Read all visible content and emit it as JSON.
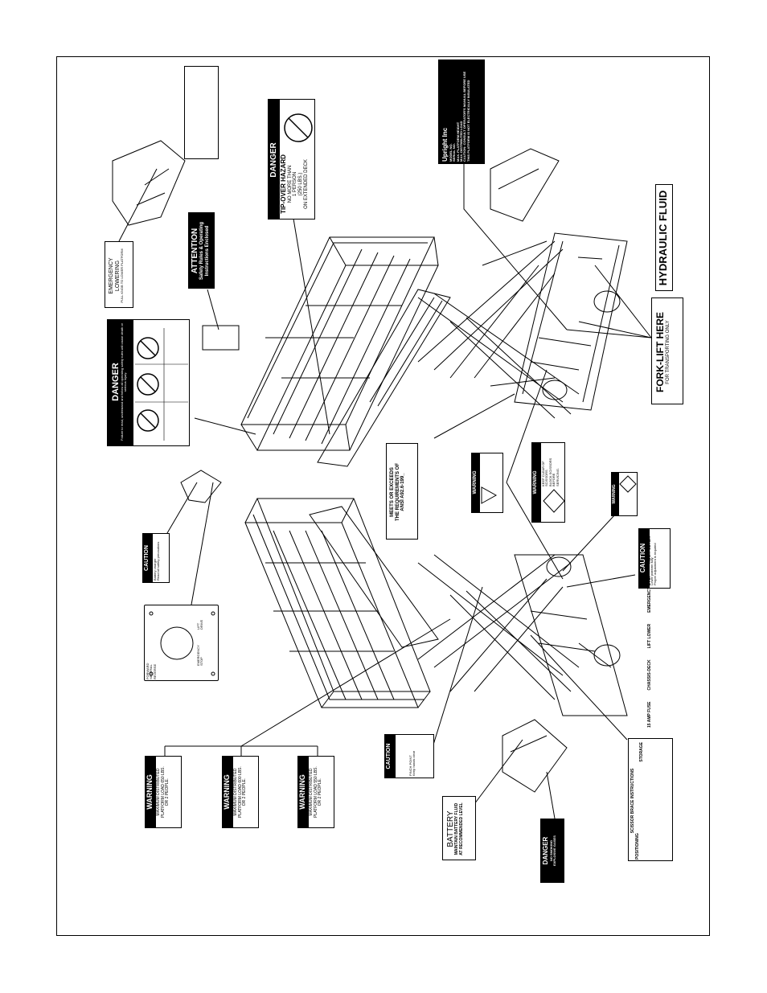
{
  "decals": {
    "emergency_lowering": {
      "line1": "EMERGENCY",
      "line2": "LOWERING",
      "fine": "PULL KNOB TO LOWER PLATFORM"
    },
    "attention": {
      "heading": "ATTENTION",
      "text1": "Safety Rules & Operating",
      "text2": "Instructions Enclosed"
    },
    "danger_main": {
      "heading": "DANGER",
      "sub": "Failure to read, understand and follow all operating safety rules will cause death or serious injury."
    },
    "danger_tipover": {
      "heading": "DANGER",
      "line1": "TIP-OVER HAZARD",
      "line2": "NO MORE THAN",
      "line3": "1 PERSON",
      "line4": "(250 LBS.)",
      "line5": "ON EXTENDED DECK"
    },
    "serial_plate": {
      "brand": "Upright",
      "brand_suffix": "Inc",
      "rows": [
        "MODEL NO.",
        "SERIAL NO.",
        "MAX. PLATFORM HEIGHT",
        "MAX. DISTRIBUTED LOAD",
        "CAUTION: CONSULT OPERATOR'S MANUAL BEFORE USE",
        "THIS PLATFORM IS NOT ELECTRICALLY INSULATED"
      ]
    },
    "hydraulic_fluid": {
      "text": "HYDRAULIC FLUID"
    },
    "fork_lift": {
      "line1": "FORK-LIFT HERE",
      "line2": "FOR TRANSPORTING ONLY"
    },
    "caution_battery": {
      "heading": "CAUTION",
      "line1": "Battery charger",
      "line2": "Read all safety precautions"
    },
    "ansi": {
      "line1": "MEETS OR EXCEEDS",
      "line2": "THE REQUIREMENTS OF",
      "line3": "ANSI A92.6-199_"
    },
    "warning_explosion": {
      "heading": "WARNING"
    },
    "warning_scissors": {
      "heading": "WARNING",
      "line1": "KEEP CLEAR OF",
      "line2": "SCISSORS",
      "line3": "BLOCK SCISSORS",
      "line4": "BEFORE",
      "line5": "SERVICING."
    },
    "warning_battery": {
      "heading": "WARNING"
    },
    "caution_right": {
      "heading": "CAUTION",
      "line1": "Lower platform fully",
      "line2": "Proper adjustment is required"
    },
    "control_labels": [
      "15 AMP FUSE",
      "CHASSIS-DECK",
      "LIFT LOWER",
      "EMERGENCY STOP",
      "HOUR METER"
    ],
    "control_panel": {
      "left1": "LIFT",
      "left2": "DRIVE",
      "right1": "EMERGENCY",
      "right2": "STOP",
      "labels": [
        "FORWARD",
        "NEUTRAL",
        "REVERSE"
      ]
    },
    "warnings_load": [
      {
        "heading": "WARNING",
        "line1": "MAXIMUM DISTRIBUTED",
        "line2": "PLATFORM LOAD 650 LBS.",
        "line3": "OR 2 PEOPLE."
      },
      {
        "heading": "WARNING",
        "line1": "MAXIMUM DISTRIBUTED",
        "line2": "PLATFORM LOAD 600 LBS.",
        "line3": "OR 2 PEOPLE."
      },
      {
        "heading": "WARNING",
        "line1": "MAXIMUM DISTRIBUTED",
        "line2": "PLATFORM LOAD 550 LBS.",
        "line3": "OR 2 PEOPLE."
      }
    ],
    "caution_pinch": {
      "heading": "CAUTION",
      "line1": "PINCH POINT",
      "line2": "Keep hands clear"
    },
    "battery": {
      "line1": "BATTERY",
      "line2": "MAINTAIN BATTERY FLUID",
      "line3": "AT RECOMMENDED LEVEL"
    },
    "danger_battery": {
      "heading": "DANGER",
      "line1": "NO SMOKING",
      "line2": "EXPLOSIVE GASES"
    },
    "brace_instructions": {
      "title": "SCISSOR BRACE INSTRUCTIONS",
      "positioning": "POSITIONING",
      "storage": "STORAGE"
    }
  }
}
